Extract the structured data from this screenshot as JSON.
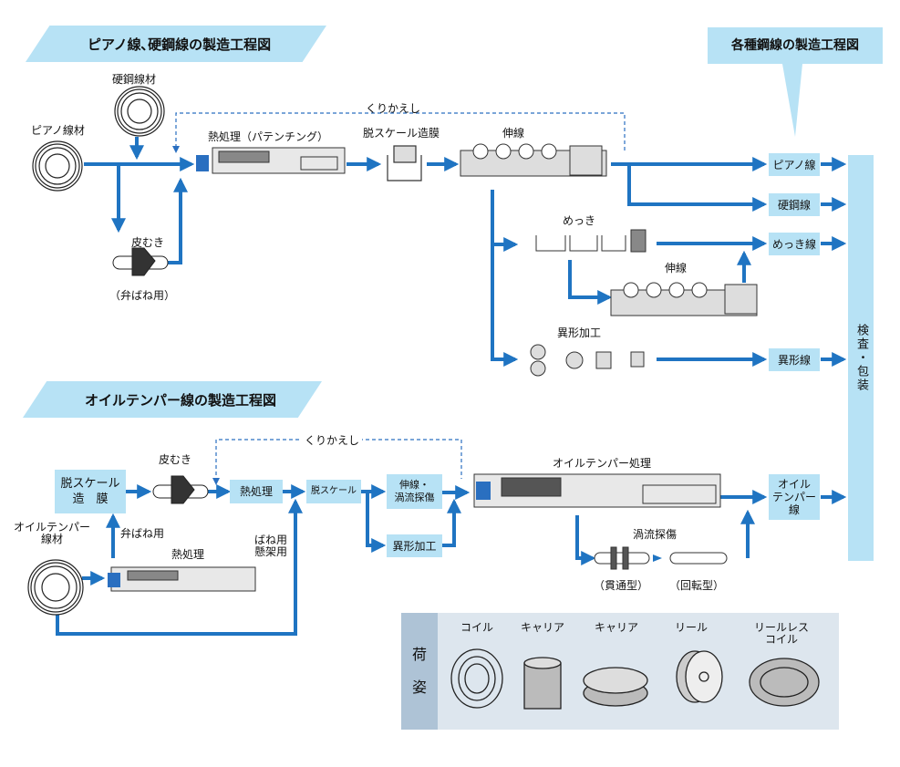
{
  "titles": {
    "piano": "ピアノ線､硬鋼線の製造工程図",
    "various": "各種鋼線の製造工程図",
    "oil": "オイルテンパー線の製造工程図"
  },
  "top": {
    "hard_steel_rod": "硬鋼線材",
    "piano_rod": "ピアノ線材",
    "repeat": "くりかえし",
    "heat_treatment": "熱処理（パテンチング）",
    "descale_coat": "脱スケール造膜",
    "drawing": "伸線",
    "peeling": "皮むき",
    "valve_spring": "（弁ばね用）",
    "plating": "めっき",
    "drawing2": "伸線",
    "shaping": "異形加工"
  },
  "outputs": {
    "piano_wire": "ピアノ線",
    "hard_wire": "硬鋼線",
    "plated_wire": "めっき線",
    "shaped_wire": "異形線",
    "oil_wire_l1": "オイル",
    "oil_wire_l2": "テンパー",
    "oil_wire_l3": "線",
    "inspection": "検査・包装"
  },
  "oil": {
    "repeat": "くりかえし",
    "peeling": "皮むき",
    "descale_coat_l1": "脱スケール",
    "descale_coat_l2": "造　膜",
    "valve_spring": "弁ばね用",
    "rod_l1": "オイルテンパー",
    "rod_l2": "線材",
    "heat_treatment_box": "熱処理",
    "heat_treatment": "熱処理",
    "descale": "脱スケール",
    "drawing_ect_l1": "伸線・",
    "drawing_ect_l2": "渦流探傷",
    "shaping": "異形加工",
    "spring_l1": "ばね用",
    "spring_l2": "懸架用",
    "oil_temper_process": "オイルテンパー処理",
    "eddy_current": "渦流探傷",
    "through_type": "（貫通型）",
    "rotary_type": "（回転型）"
  },
  "packaging": {
    "label_l1": "荷",
    "label_l2": "姿",
    "items": [
      {
        "l1": "コイル",
        "l2": ""
      },
      {
        "l1": "キャリア",
        "l2": ""
      },
      {
        "l1": "キャリア",
        "l2": ""
      },
      {
        "l1": "リール",
        "l2": ""
      },
      {
        "l1": "リールレス",
        "l2": "コイル"
      }
    ]
  },
  "colors": {
    "flow": "#1f74c2",
    "box": "#b7e2f5",
    "dashed": "#2a6fc0",
    "pack_bg": "#dde6ee"
  }
}
